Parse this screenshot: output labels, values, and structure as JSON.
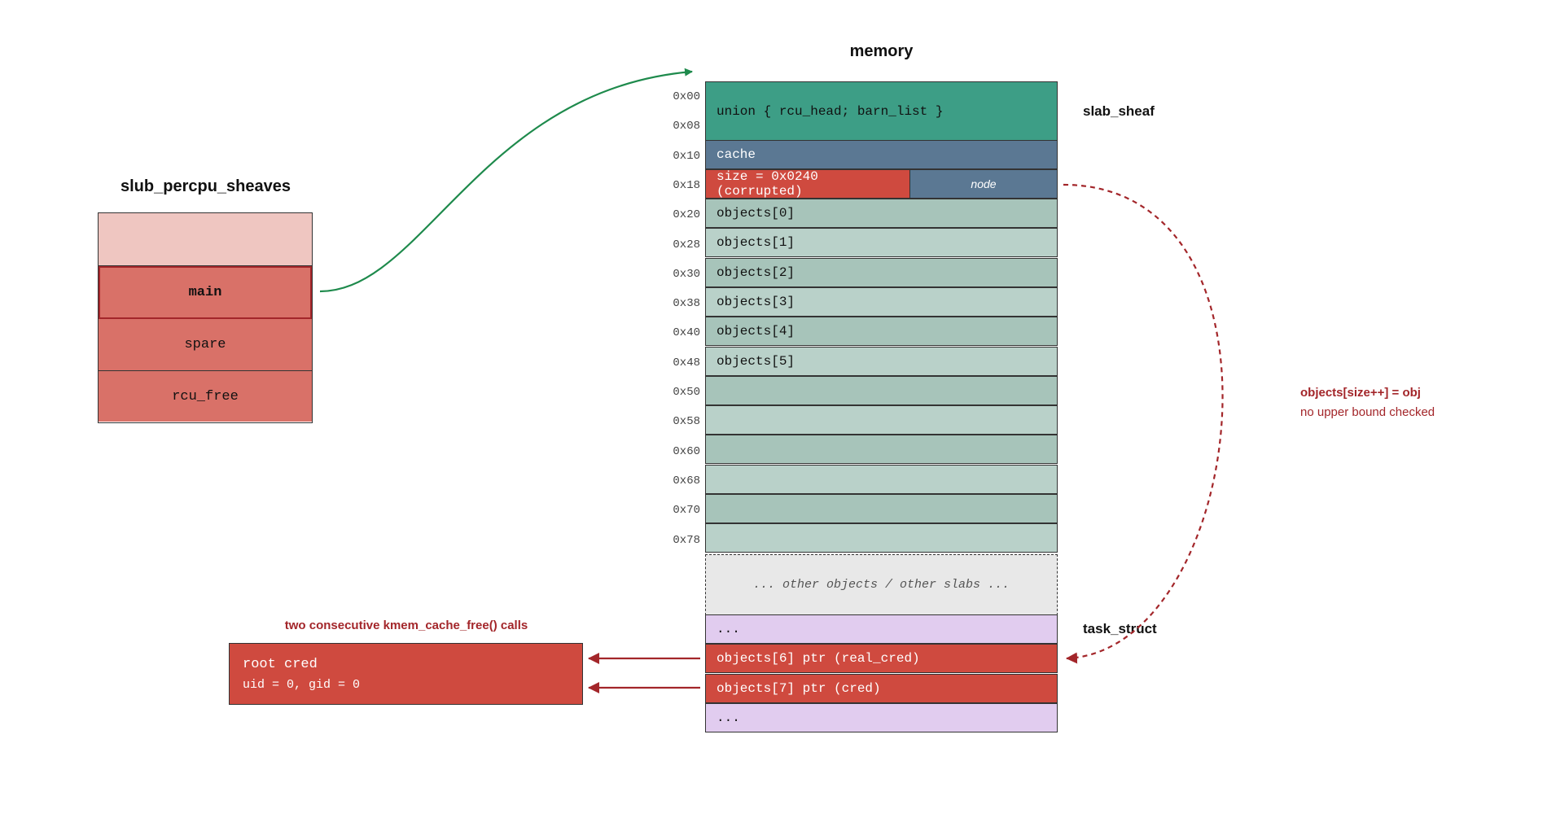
{
  "titles": {
    "percpu": "slub_percpu_sheaves",
    "memory": "memory",
    "slab_sheaf": "slab_sheaf",
    "task_struct": "task_struct"
  },
  "percpu": {
    "cells": [
      "",
      "main",
      "spare",
      "rcu_free"
    ]
  },
  "memory": {
    "offsets": [
      "0x00",
      "0x08",
      "0x10",
      "0x18",
      "0x20",
      "0x28",
      "0x30",
      "0x38",
      "0x40",
      "0x48",
      "0x50",
      "0x58",
      "0x60",
      "0x68",
      "0x70",
      "0x78"
    ],
    "union_text": "union { rcu_head; barn_list }",
    "cache_text": "cache",
    "size_text": "size = 0x0240 (corrupted)",
    "node_text": "node",
    "objects": [
      "objects[0]",
      "objects[1]",
      "objects[2]",
      "objects[3]",
      "objects[4]",
      "objects[5]",
      "",
      "",
      "",
      "",
      "",
      ""
    ],
    "gap_text": "... other objects / other slabs ...",
    "task_rows": [
      "...",
      "objects[6] ptr (real_cred)",
      "objects[7] ptr (cred)",
      "..."
    ]
  },
  "annotation": {
    "line1": "objects[size++] = obj",
    "line2": "no upper bound checked"
  },
  "cred": {
    "caption": "two consecutive kmem_cache_free() calls",
    "line1": "root cred",
    "line2": "uid = 0, gid = 0"
  },
  "colors": {
    "teal": "#3d9e86",
    "slate": "#5b7893",
    "red": "#cf4a3f",
    "light_green_a": "#a7c4ba",
    "light_green_b": "#b9d1c9",
    "lavender": "#e1ccef",
    "gray": "#e8e8e8",
    "pink": "#efc6c1",
    "salmon": "#d97168",
    "green_arrow": "#1e8a4c",
    "dark_red": "#a3262a"
  }
}
